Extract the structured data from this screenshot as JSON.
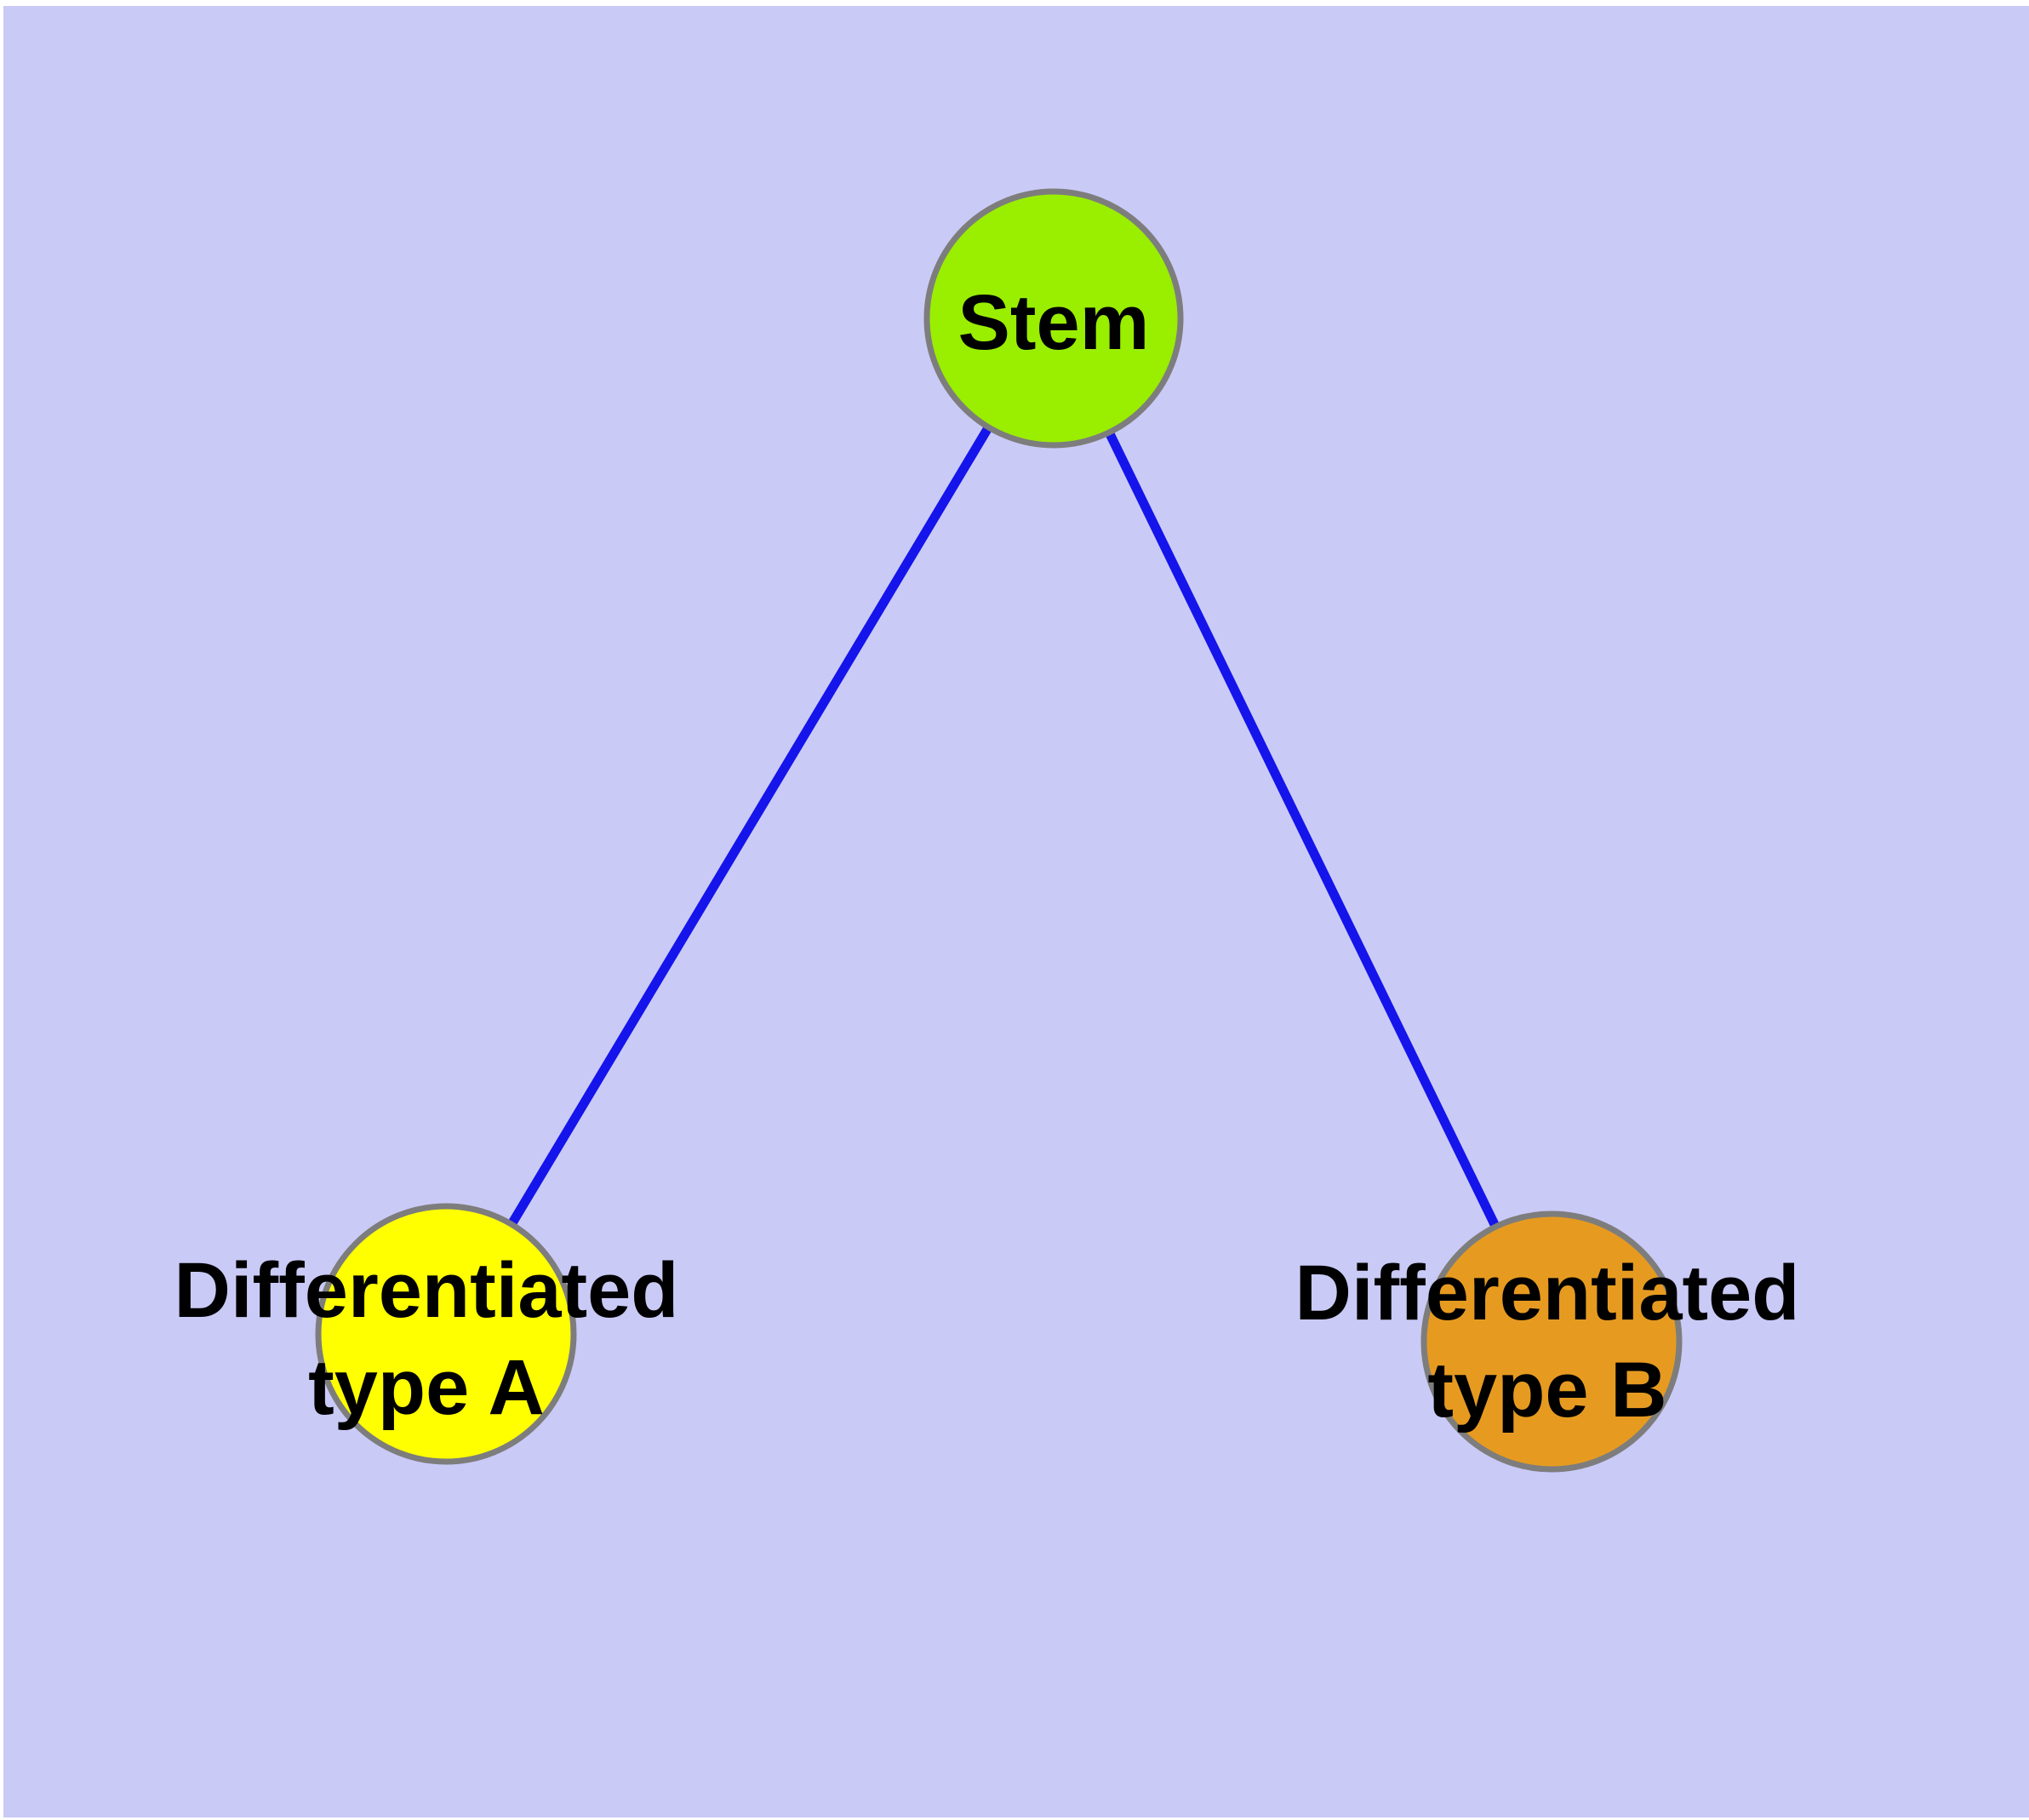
{
  "canvas": {
    "page_color": "#FFFFFF",
    "background_color": "#CACAF7"
  },
  "graph": {
    "edge_color": "#1414EB",
    "node_border_color": "#7D7D7D",
    "label_color": "#000000",
    "nodes": [
      {
        "id": "stem",
        "label": "Stem",
        "fill": "#9AEE00"
      },
      {
        "id": "differentiated-type-a",
        "label_line1": "Differentiated",
        "label_line2": "type A",
        "fill": "#FFFF00"
      },
      {
        "id": "differentiated-type-b",
        "label_line1": "Differentiated",
        "label_line2": "type B",
        "fill": "#E69B20"
      }
    ],
    "edges": [
      {
        "id": "stem-to-type-a",
        "from": "stem",
        "to": "differentiated-type-a"
      },
      {
        "id": "stem-to-type-b",
        "from": "stem",
        "to": "differentiated-type-b"
      }
    ]
  }
}
